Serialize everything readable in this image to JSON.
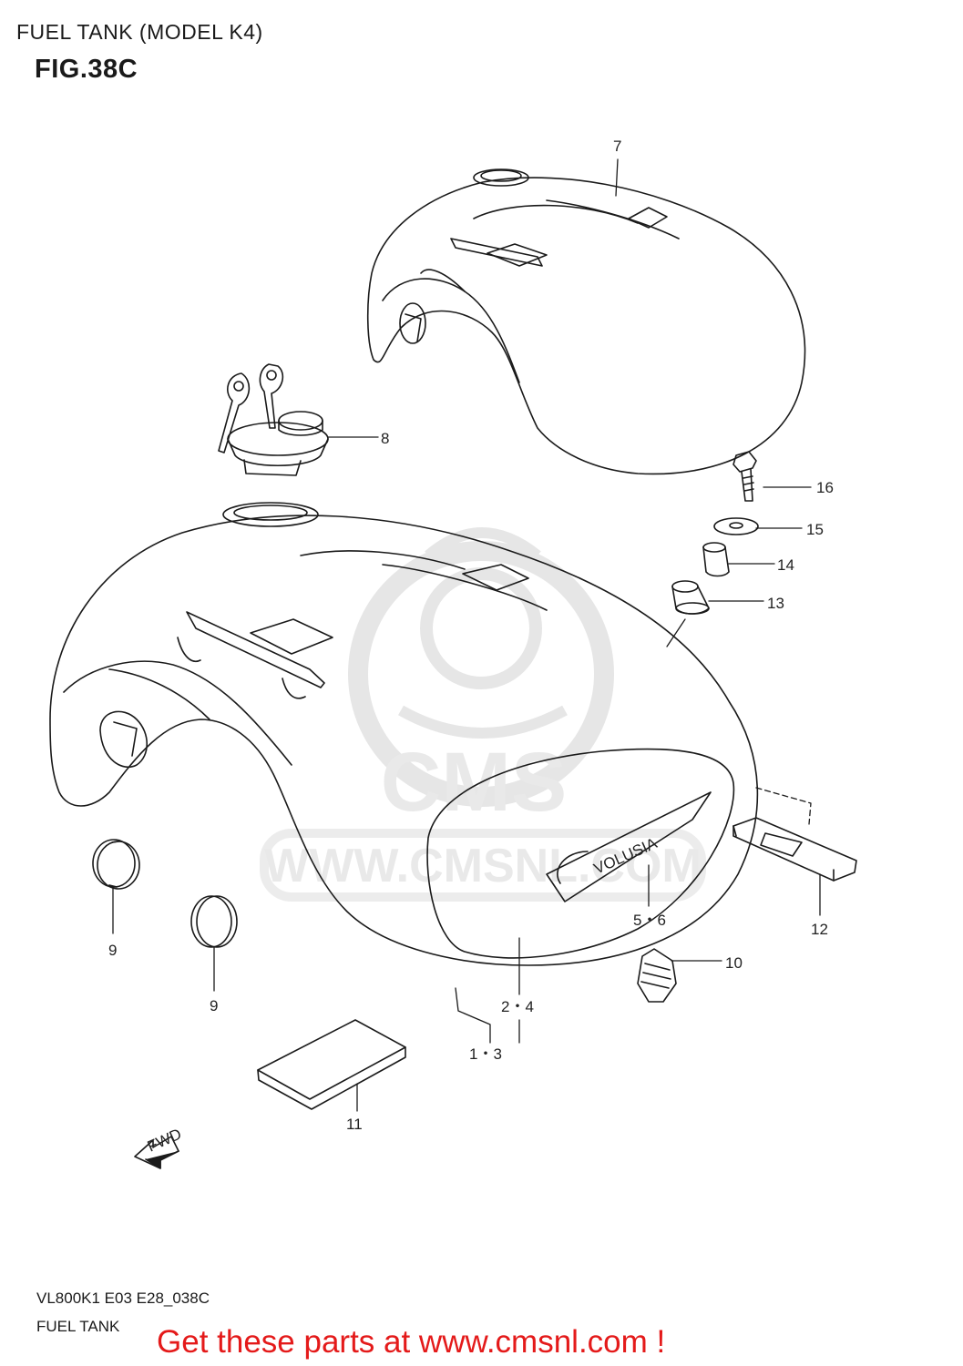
{
  "header": {
    "title": "FUEL TANK (MODEL K4)",
    "figure": "FIG.38C"
  },
  "watermark": {
    "brand": "CMS",
    "url": "WWW.CMSNL.COM"
  },
  "emblem": {
    "text": "VOLUSIA"
  },
  "direction_arrow": {
    "text": "FWD"
  },
  "callouts": {
    "c7": "7",
    "c8": "8",
    "c16": "16",
    "c15": "15",
    "c14": "14",
    "c13": "13",
    "c9a": "9",
    "c9b": "9",
    "c56": "5・6",
    "c12": "12",
    "c10": "10",
    "c24": "2・4",
    "c13b": "1・3",
    "c11": "11"
  },
  "footer": {
    "code": "VL800K1 E03 E28_038C",
    "label": "FUEL TANK",
    "promo": "Get these parts at www.cmsnl.com !"
  },
  "colors": {
    "line": "#1a1a1a",
    "watermark": "#e6e6e6",
    "promo": "#e41a1a"
  }
}
